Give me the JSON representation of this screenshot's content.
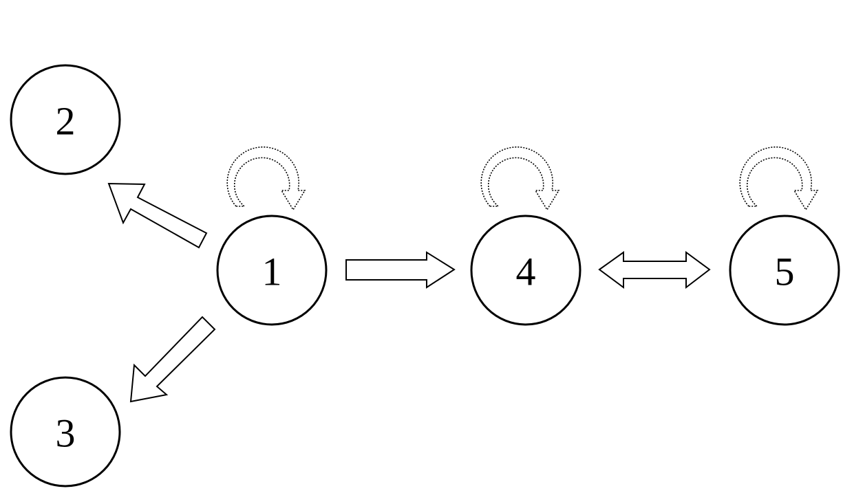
{
  "nodes": [
    {
      "id": "1",
      "label": "1"
    },
    {
      "id": "2",
      "label": "2"
    },
    {
      "id": "3",
      "label": "3"
    },
    {
      "id": "4",
      "label": "4"
    },
    {
      "id": "5",
      "label": "5"
    }
  ],
  "edges": [
    {
      "from": "1",
      "to": "2",
      "style": "single"
    },
    {
      "from": "1",
      "to": "3",
      "style": "single"
    },
    {
      "from": "1",
      "to": "4",
      "style": "single"
    },
    {
      "from": "4",
      "to": "5",
      "style": "double"
    }
  ],
  "self_loops": [
    "1",
    "4",
    "5"
  ],
  "colors": {
    "stroke": "#000000",
    "fill": "#ffffff",
    "background": "#ffffff"
  }
}
